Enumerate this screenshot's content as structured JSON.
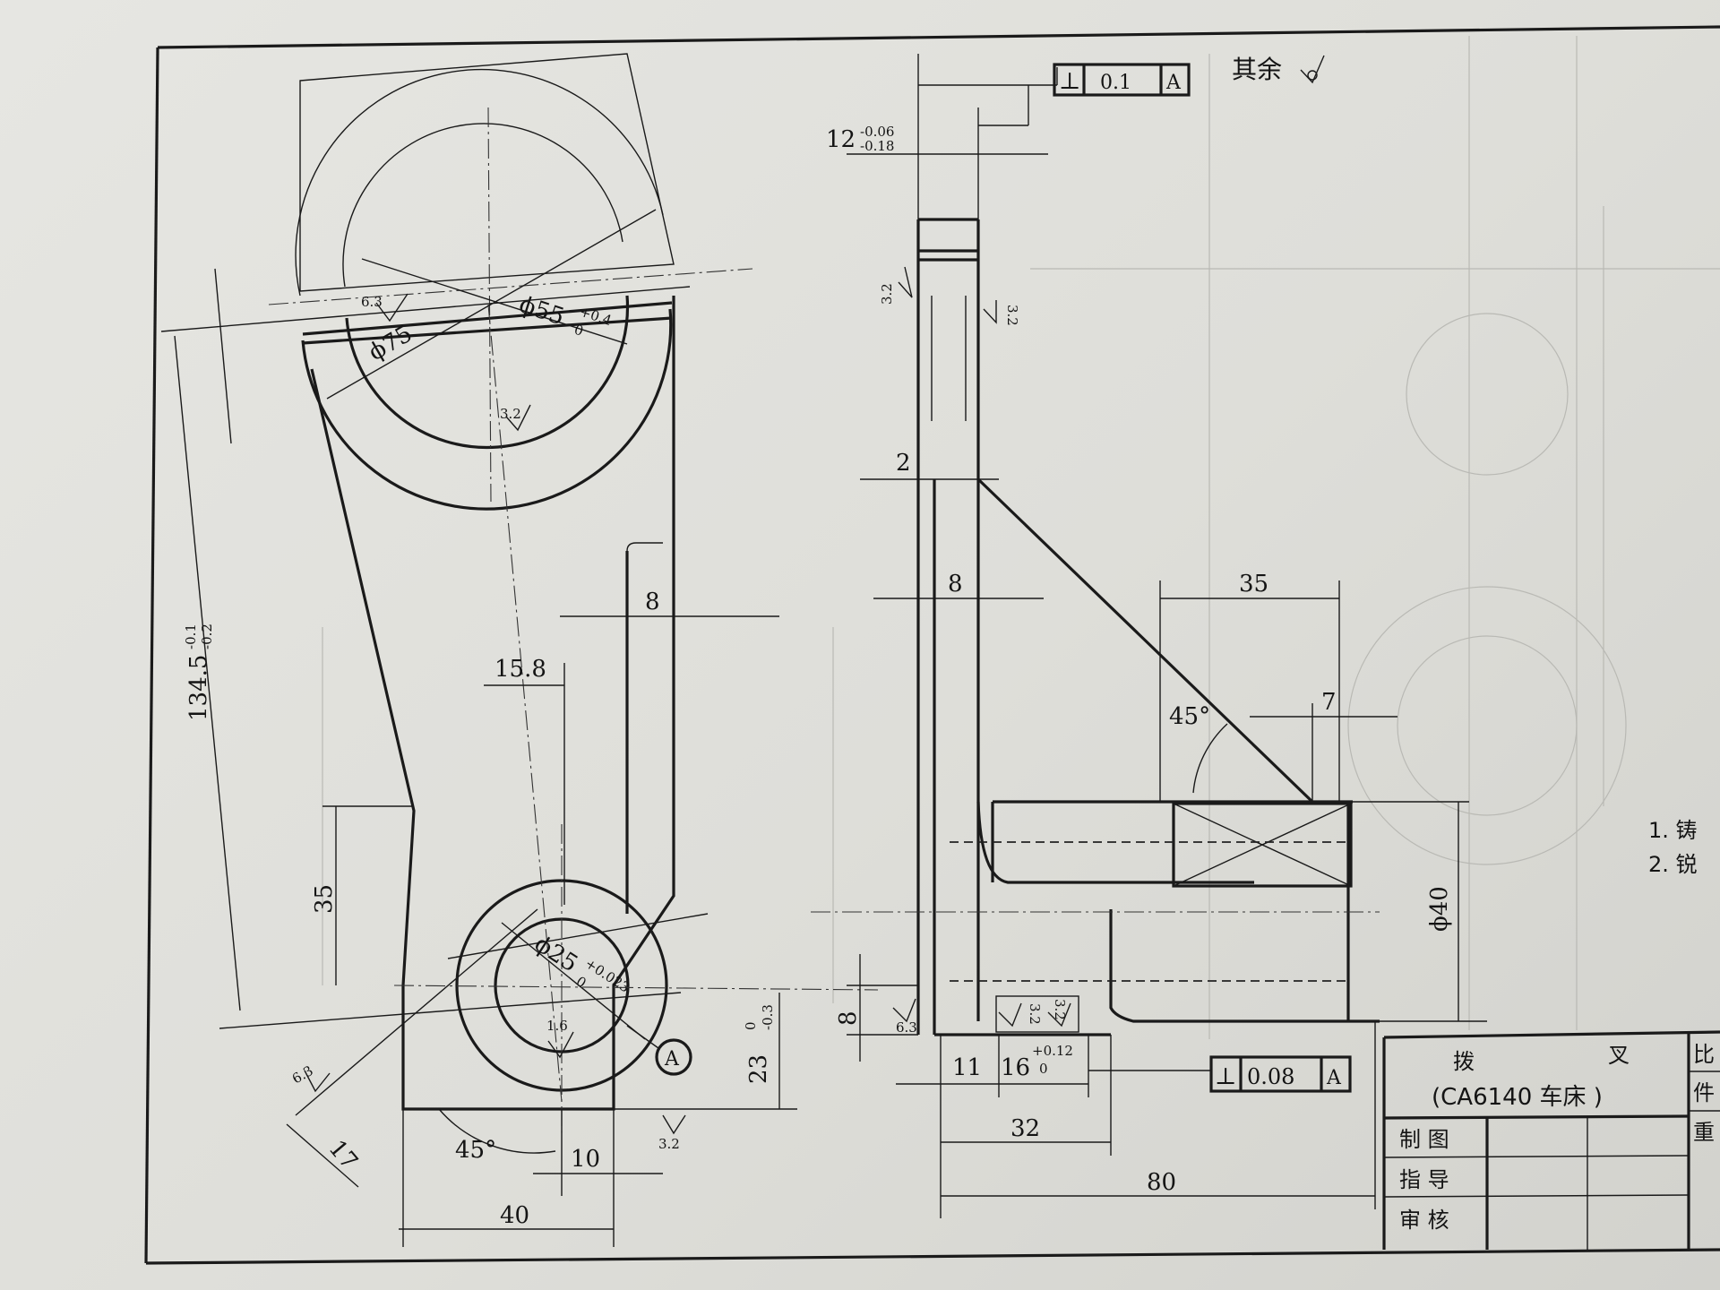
{
  "drawing": {
    "surface_note": "其余",
    "front_view": {
      "dim_phi55": "ϕ55",
      "tol_phi55_upper": "+0.4",
      "tol_phi55_lower": "0",
      "dim_phi75": "ϕ75",
      "dim_phi25": "ϕ25",
      "tol_phi25_upper": "+0.023",
      "tol_phi25_lower": "0",
      "dim_134_5": "134.5",
      "tol_134_5_upper": "-0.1",
      "tol_134_5_lower": "-0.2",
      "dim_8": "8",
      "dim_15_8": "15.8",
      "dim_35": "35",
      "dim_23": "23",
      "tol_23_upper": "0",
      "tol_23_lower": "-0.3",
      "dim_17": "17",
      "dim_45deg": "45°",
      "dim_10": "10",
      "dim_40": "40",
      "rough_6_3_a": "6.3",
      "rough_6_3_b": "6.3",
      "rough_3_2_a": "3.2",
      "rough_3_2_b": "3.2",
      "rough_1_6": "1.6",
      "datum_a": "A"
    },
    "side_view": {
      "gdt_top_symbol": "⊥",
      "gdt_top_value": "0.1",
      "gdt_top_datum": "A",
      "dim_12": "12",
      "tol_12_upper": "-0.06",
      "tol_12_lower": "-0.18",
      "dim_2": "2",
      "dim_8": "8",
      "dim_35": "35",
      "dim_7": "7",
      "dim_45deg": "45°",
      "dim_phi40": "ϕ40",
      "dim_8_low": "8",
      "dim_11": "11",
      "dim_16": "16",
      "tol_16_upper": "+0.12",
      "tol_16_lower": "0",
      "dim_32": "32",
      "dim_80": "80",
      "gdt_bottom_symbol": "⊥",
      "gdt_bottom_value": "0.08",
      "gdt_bottom_datum": "A",
      "rough_3_2_a": "3.2",
      "rough_3_2_b": "3.2",
      "rough_3_2_c": "3.2",
      "rough_3_2_d": "3.2",
      "rough_6_3": "6.3"
    },
    "notes": [
      "1. 铸",
      "2. 锐"
    ],
    "title_block": {
      "part_name_1": "拨",
      "part_name_2": "叉",
      "subtitle": "(CA6140 车床 )",
      "row_drawn": "制 图",
      "row_guide": "指 导",
      "row_review": "审 核",
      "right_1": "比",
      "right_2": "件",
      "right_3": "重"
    }
  }
}
